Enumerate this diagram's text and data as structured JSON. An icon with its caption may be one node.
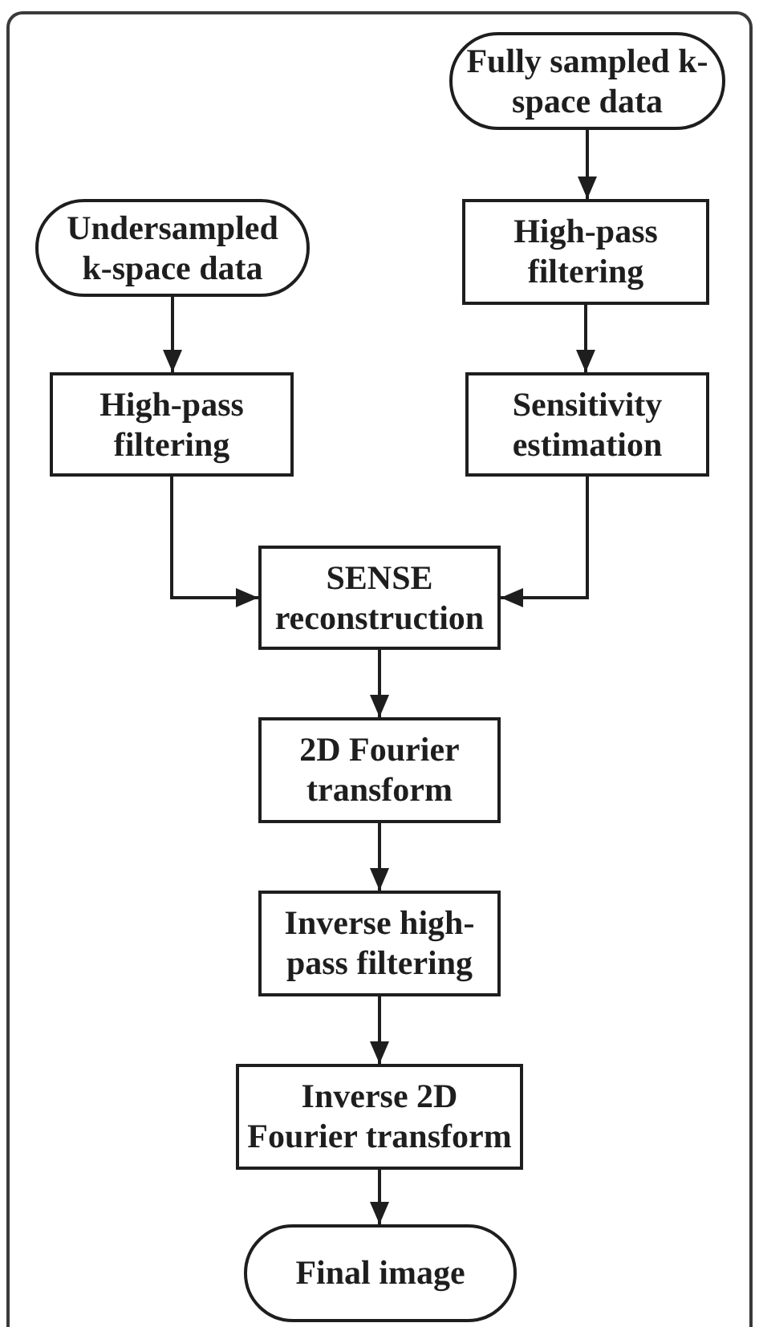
{
  "diagram": {
    "nodes": [
      {
        "text": [
          "Fully sampled k- space data"
        ]
      },
      {
        "text": [
          "Undersampled k-space data"
        ]
      },
      {
        "text": [
          "High-pass filtering"
        ]
      },
      {
        "text": [
          "High-pass filtering"
        ]
      },
      {
        "text": [
          "Sensitivity estimation"
        ]
      },
      {
        "text": [
          "SENSE reconstruction"
        ]
      },
      {
        "text": [
          "2D Fourier transform"
        ]
      },
      {
        "text": [
          "Inverse high- pass filtering"
        ]
      },
      {
        "text": [
          "Inverse 2D Fourier transform"
        ]
      },
      {
        "text": [
          "Final image"
        ]
      }
    ],
    "edges": [
      {
        "from": 0,
        "to": 2,
        "arrow": "to"
      },
      {
        "from": 1,
        "to": 3,
        "arrow": "to"
      },
      {
        "from": 2,
        "to": 4,
        "arrow": "to"
      },
      {
        "from": 3,
        "to": 5,
        "arrow": "to"
      },
      {
        "from": 4,
        "to": 5,
        "arrow": "to"
      },
      {
        "from": 5,
        "to": 6,
        "arrow": "to"
      },
      {
        "from": 6,
        "to": 7,
        "arrow": "to"
      },
      {
        "from": 7,
        "to": 8,
        "arrow": "to"
      },
      {
        "from": 8,
        "to": 9,
        "arrow": "to"
      }
    ]
  }
}
